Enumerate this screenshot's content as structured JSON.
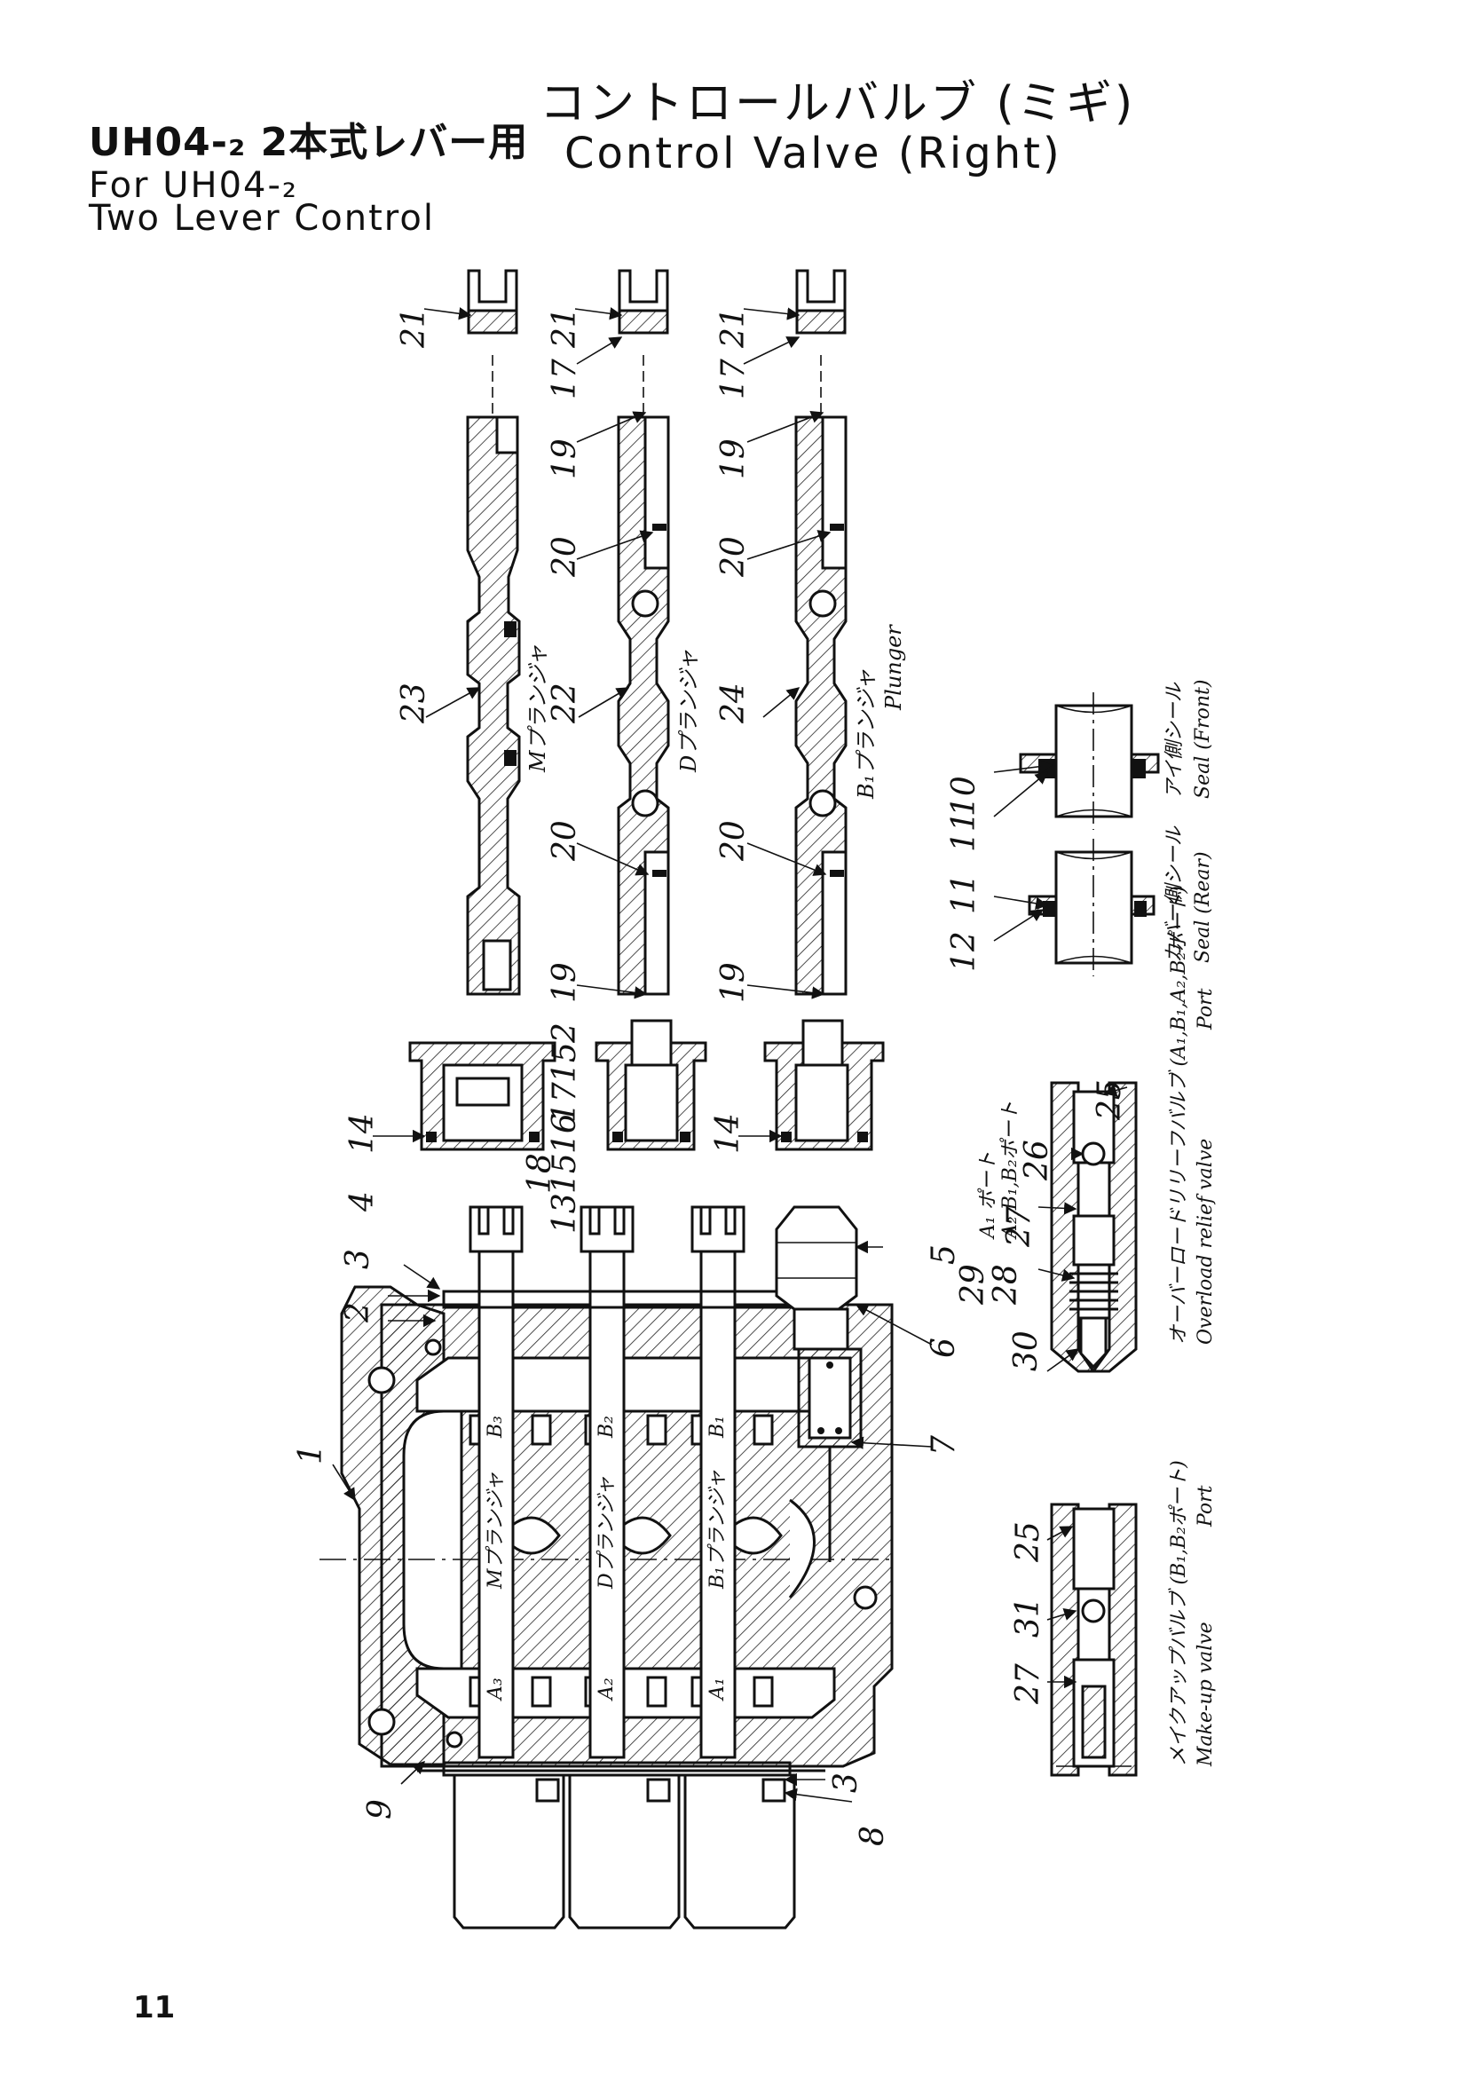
{
  "header": {
    "jp_left": "UH04-₂ 2本式レバー用",
    "en_left_1": "For UH04-₂",
    "en_left_2": "Two Lever Control",
    "jp_title": "コントロールバルブ (ミギ)",
    "en_title": "Control Valve (Right)"
  },
  "page_number": "11",
  "callouts": {
    "c1": "1",
    "c2a": "2",
    "c2b": "2",
    "c3a": "3",
    "c3b": "3",
    "c4": "4",
    "c5": "5",
    "c6": "6",
    "c7": "7",
    "c8": "8",
    "c9": "9",
    "c10": "10",
    "c11a": "11",
    "c11b": "11",
    "c12": "12",
    "c13": "13",
    "c14a": "14",
    "c14b": "14",
    "c15a": "15",
    "c15b": "15",
    "c16": "16",
    "c17a": "17",
    "c17b": "17",
    "c17c": "17",
    "c18": "18",
    "c19a": "19",
    "c19b": "19",
    "c19c": "19",
    "c19d": "19",
    "c20a": "20",
    "c20b": "20",
    "c20c": "20",
    "c20d": "20",
    "c21a": "21",
    "c21b": "21",
    "c21c": "21",
    "c22": "22",
    "c23": "23",
    "c24": "24",
    "c25a": "25",
    "c25b": "25",
    "c26": "26",
    "c27a": "27",
    "c27b": "27",
    "c28": "28",
    "c29": "29",
    "c30": "30",
    "c31": "31"
  },
  "labels": {
    "m_plunger": "Mプランジャ",
    "d_plunger": "Dプランジャ",
    "b1_plunger_jp": "B₁プランジャ",
    "b1_plunger_en": "Plunger",
    "seal_front_jp": "アイ側シール",
    "seal_front_en": "Seal (Front)",
    "seal_rear_jp": "カバー側シール",
    "seal_rear_en": "Seal (Rear)",
    "overload_port_jp": "オーバーロードリリーフバルブ (A₁,B₁,A₂,B₂ポート)",
    "overload_port_en": "Overload relief valve",
    "overload_port_word": "Port",
    "overload_a1": "A₁ ポート",
    "overload_a2": "A₂,B₁,B₂ポート",
    "makeup_jp": "メイクアップバルブ (B₁,B₂ポート)",
    "makeup_en": "Make-up valve",
    "makeup_port_word": "Port",
    "port_b3": "B₃",
    "port_b2": "B₂",
    "port_b1": "B₁",
    "port_a3": "A₃",
    "port_a2": "A₂",
    "port_a1": "A₁",
    "body_m": "Mプランジャ",
    "body_d": "Dプランジャ",
    "body_b1": "B₁プランジャ"
  }
}
